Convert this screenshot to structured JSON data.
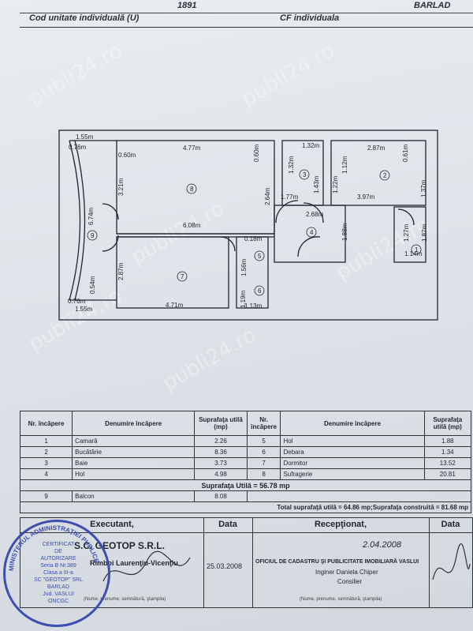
{
  "header": {
    "number": "1891",
    "city": "BARLAD",
    "unit_code_label": "Cod unitate individuală (U)",
    "cf_label": "CF individuala"
  },
  "watermark": "publi24.ro",
  "plan": {
    "dimensions": [
      "1.55m",
      "0.76m",
      "0.60m",
      "4.77m",
      "0.60m",
      "1.32m",
      "2.87m",
      "3.21m",
      "1.32m",
      "1.12m",
      "0.61m",
      "6.74m",
      "2.64m",
      "1.43m",
      "1.22m",
      "1.77m",
      "3.97m",
      "1.37m",
      "2.68m",
      "6.08m",
      "0.18m",
      "1.88m",
      "1.27m",
      "1.87m",
      "1.14m",
      "2.87m",
      "1.56m",
      "0.54m",
      "1.19m",
      "1.13m",
      "0.76m",
      "1.55m",
      "4.71m"
    ],
    "room_numbers": [
      "1",
      "2",
      "3",
      "4",
      "5",
      "6",
      "7",
      "8",
      "9"
    ]
  },
  "table": {
    "headers": {
      "nr": "Nr. încăpere",
      "name": "Denumire încăpere",
      "area": "Suprafaţa utilă (mp)"
    },
    "rows": [
      {
        "n1": "1",
        "name1": "Camară",
        "a1": "2.26",
        "n2": "5",
        "name2": "Hol",
        "a2": "1.88"
      },
      {
        "n1": "2",
        "name1": "Bucătărie",
        "a1": "8.36",
        "n2": "6",
        "name2": "Debara",
        "a2": "1.34"
      },
      {
        "n1": "3",
        "name1": "Baie",
        "a1": "3.73",
        "n2": "7",
        "name2": "Dormitor",
        "a2": "13.52"
      },
      {
        "n1": "4",
        "name1": "Hol",
        "a1": "4.98",
        "n2": "8",
        "name2": "Sufragerie",
        "a2": "20.81"
      }
    ],
    "useful_total": "Suprafaţa Utilă = 56.78 mp",
    "balcony": {
      "n": "9",
      "name": "Balcon",
      "a": "8.08"
    },
    "total_line": "Total suprafaţă utilă  = 64.86 mp;Suprafaţa construită = 81.68 mp"
  },
  "signatures": {
    "executant_label": "Executant,",
    "date_label": "Data",
    "receptionat_label": "Recepţionat,",
    "date_label2": "Data",
    "company": "S.C. GEOTOP S.R.L.",
    "engineer": "Rîmboi Laurenţiu-Vicenţiu",
    "date": "25.03.2008",
    "name_hint": "(Nume, prenume, semnătură, ştampila)",
    "office": "OFICIUL DE CADASTRU ŞI PUBLICITATE IMOBILIARĂ VASLUI",
    "inspector": "Inginer  Daniela Chiper",
    "role": "Consilier",
    "name_hint2": "(Nume, prenume, semnătură, ştampila)",
    "handwritten_date": "2.04.2008"
  },
  "stamp": {
    "ring": "MINISTERUL ADMINISTRAŢIEI PUBLICE",
    "lines": [
      "CERTIFICAT",
      "DE",
      "AUTORIZARE",
      "Seria B Nr.389",
      "Clasa a III-a",
      "SC \"GEOTOP\" SRL",
      "BARLAD",
      "Jud. VASLUI",
      "ONCGC"
    ]
  }
}
